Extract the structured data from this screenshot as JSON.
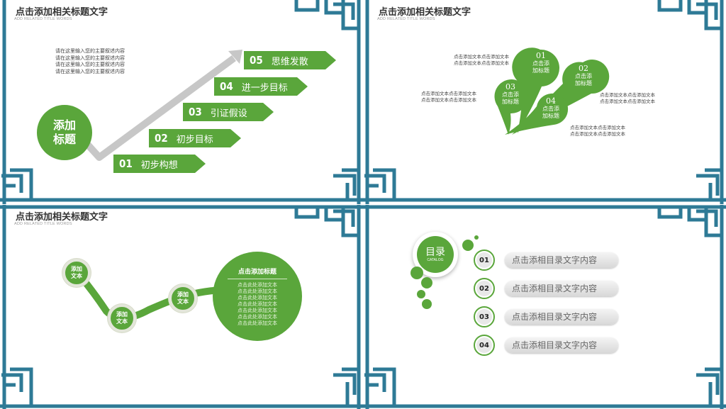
{
  "colors": {
    "green": "#5aa63b",
    "frame_blue": "#2e7a96",
    "gray_arrow": "#c7c7c7"
  },
  "panel1": {
    "title": "点击添加相关标题文字",
    "subtitle": "ADD RELATED TITLE WORDS",
    "desc_lines": [
      "请在这里输入您的主要叙述内容",
      "请在这里输入您的主要叙述内容",
      "请在这里输入您的主要叙述内容",
      "请在这里输入您的主要叙述内容"
    ],
    "main_circle": "添加\n标题",
    "steps": [
      {
        "num": "01",
        "label": "初步构想"
      },
      {
        "num": "02",
        "label": "初步目标"
      },
      {
        "num": "03",
        "label": "引证假设"
      },
      {
        "num": "04",
        "label": "进一步目标"
      },
      {
        "num": "05",
        "label": "思维发散"
      }
    ]
  },
  "panel2": {
    "title": "点击添加相关标题文字",
    "subtitle": "ADD RELATED TITLE WORDS",
    "petals": [
      {
        "num": "01",
        "label": "点击添\n加标题"
      },
      {
        "num": "02",
        "label": "点击添\n加标题"
      },
      {
        "num": "03",
        "label": "点击添\n加标题"
      },
      {
        "num": "04",
        "label": "点击添\n加标题"
      }
    ],
    "texts": [
      [
        "点击添加文本点击添加文本",
        "点击添加文本点击添加文本"
      ],
      [
        "点击添加文本点击添加文本",
        "点击添加文本点击添加文本"
      ],
      [
        "点击添加文本点击添加文本",
        "点击添加文本点击添加文本"
      ],
      [
        "点击添加文本点击添加文本",
        "点击添加文本点击添加文本"
      ]
    ]
  },
  "panel3": {
    "title": "点击添加相关标题文字",
    "subtitle": "ADD RELATED TITLE WORDS",
    "nodes": [
      "添加\n文本",
      "添加\n文本",
      "添加\n文本"
    ],
    "big_title": "点击添加标题",
    "big_lines": [
      "点击此处添加文本",
      "点击此处添加文本",
      "点击此处添加文本",
      "点击此处添加文本",
      "点击此处添加文本",
      "点击此处添加文本",
      "点击此处添加文本"
    ]
  },
  "panel4": {
    "heading": "目录",
    "heading_sub": "CATALOG",
    "items": [
      {
        "num": "01",
        "label": "点击添相目录文字内容"
      },
      {
        "num": "02",
        "label": "点击添相目录文字内容"
      },
      {
        "num": "03",
        "label": "点击添相目录文字内容"
      },
      {
        "num": "04",
        "label": "点击添相目录文字内容"
      }
    ]
  }
}
